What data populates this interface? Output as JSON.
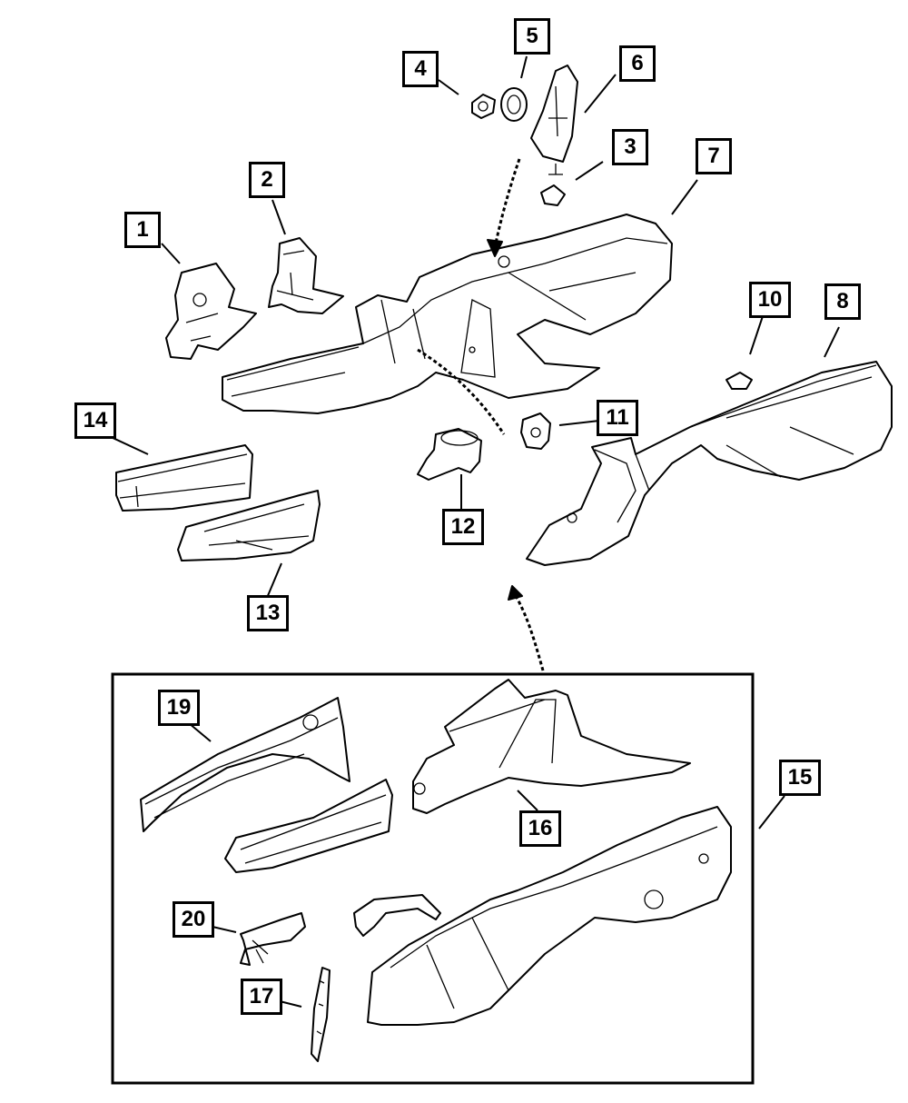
{
  "callouts": [
    {
      "id": "1",
      "label": "1"
    },
    {
      "id": "2",
      "label": "2"
    },
    {
      "id": "3",
      "label": "3"
    },
    {
      "id": "4",
      "label": "4"
    },
    {
      "id": "5",
      "label": "5"
    },
    {
      "id": "6",
      "label": "6"
    },
    {
      "id": "7",
      "label": "7"
    },
    {
      "id": "8",
      "label": "8"
    },
    {
      "id": "10",
      "label": "10"
    },
    {
      "id": "11",
      "label": "11"
    },
    {
      "id": "12",
      "label": "12"
    },
    {
      "id": "13",
      "label": "13"
    },
    {
      "id": "14",
      "label": "14"
    },
    {
      "id": "15",
      "label": "15"
    },
    {
      "id": "16",
      "label": "16"
    },
    {
      "id": "17",
      "label": "17"
    },
    {
      "id": "19",
      "label": "19"
    },
    {
      "id": "20",
      "label": "20"
    }
  ],
  "colors": {
    "line": "#000000",
    "background": "#ffffff"
  }
}
